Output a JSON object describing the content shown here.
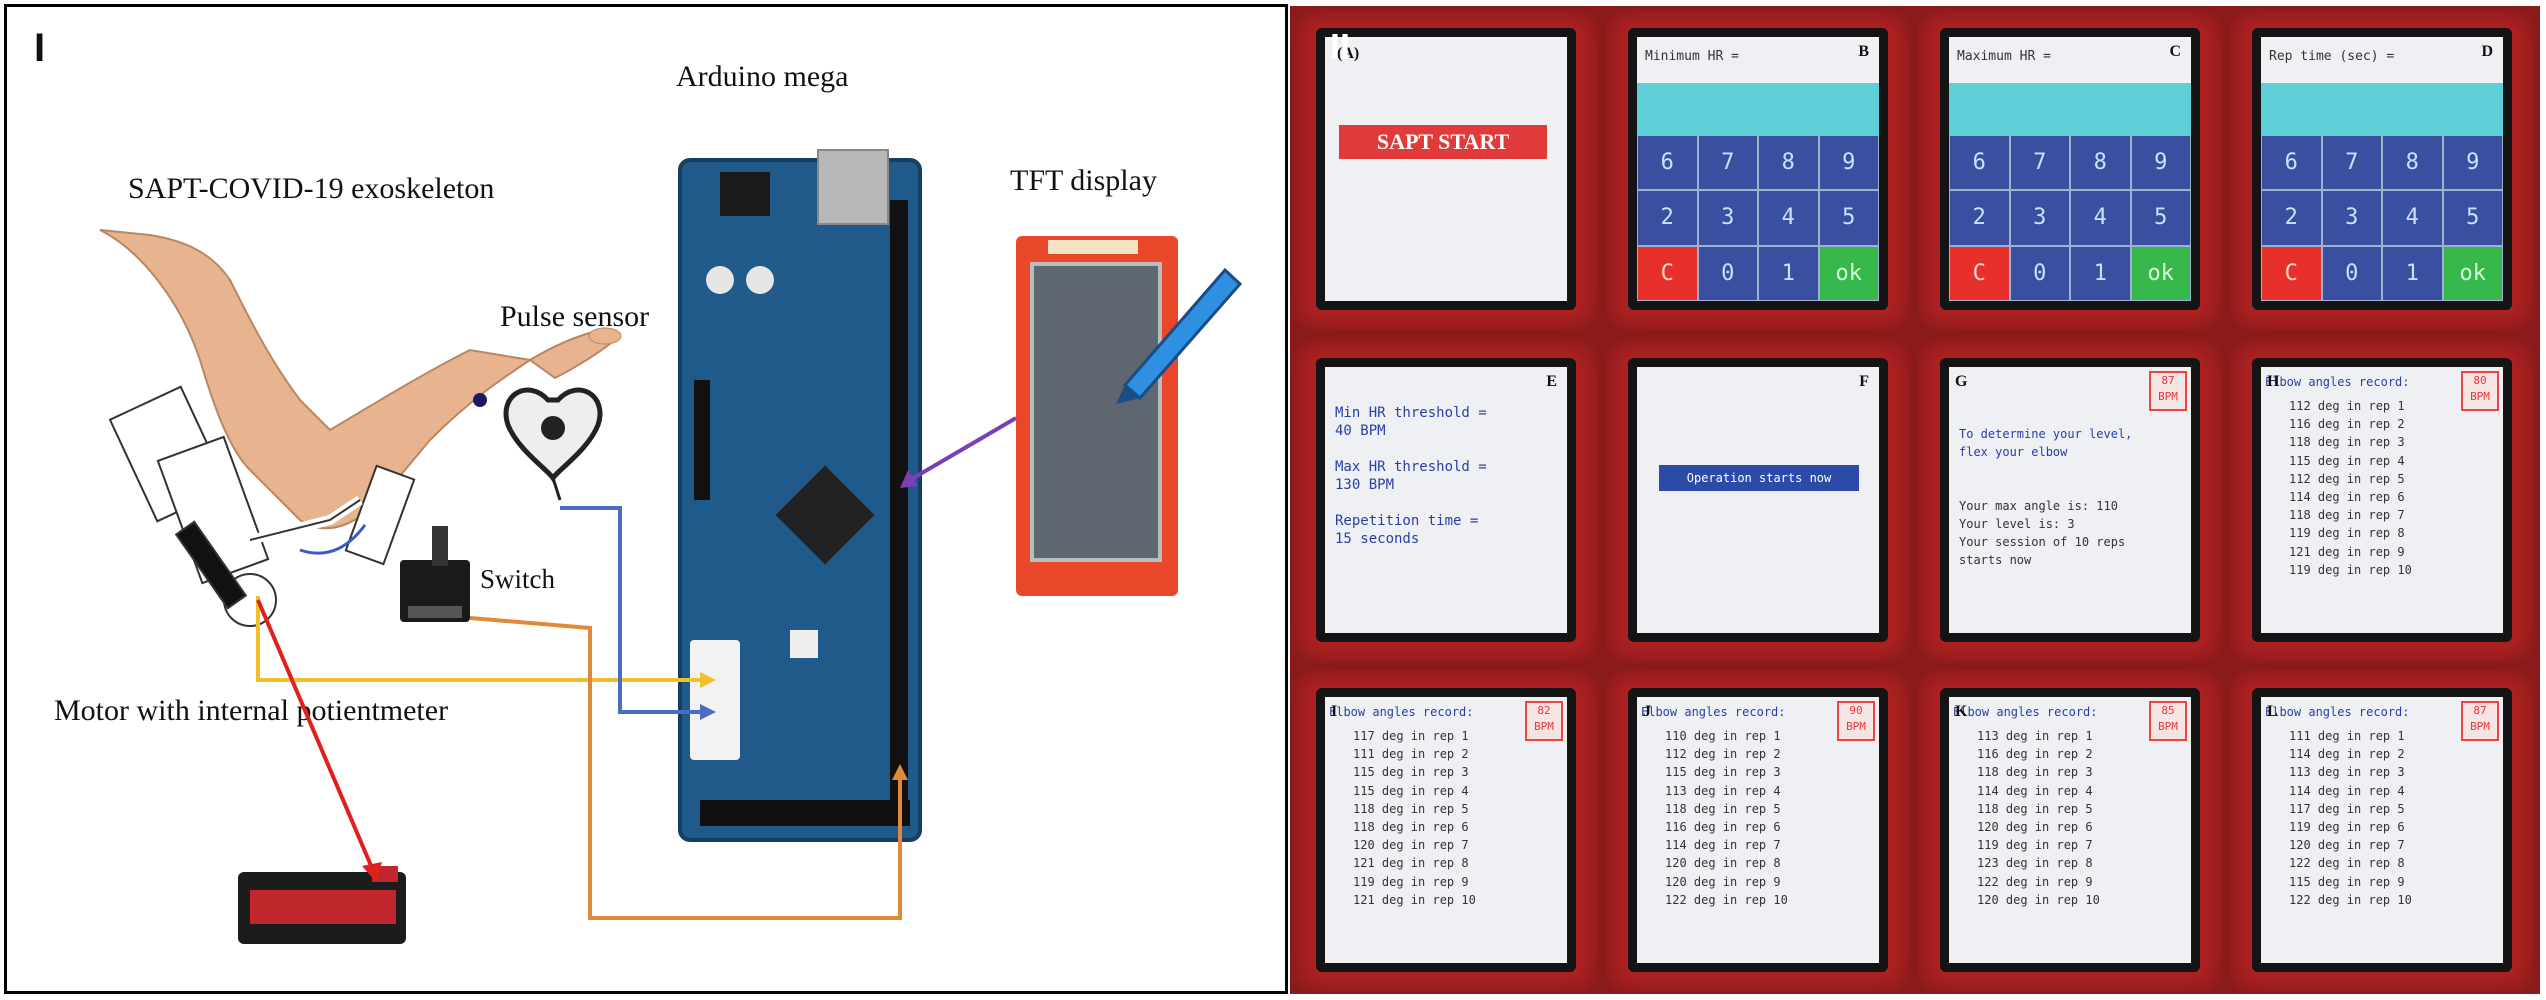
{
  "left_panel": {
    "panel_id": "I",
    "labels": {
      "exoskeleton": "SAPT-COVID-19 exoskeleton",
      "arduino": "Arduino mega",
      "tft": "TFT display",
      "pulse": "Pulse sensor",
      "switch": "Switch",
      "motor": "Motor with internal potientmeter"
    },
    "colors": {
      "red_wire": "#e0201c",
      "yellow_wire": "#f2c02a",
      "blue_wire": "#4a6cc4",
      "orange_wire": "#e0893a",
      "purple_wire": "#7a3fb3",
      "board": "#1f5a8a",
      "tft_frame": "#e8472a"
    }
  },
  "right_panel": {
    "panel_id": "II",
    "screens": [
      {
        "id": "(A)",
        "type": "start",
        "button": "SAPT START"
      },
      {
        "id": "B",
        "type": "keypad",
        "prompt": "Minimum HR =",
        "keys": [
          "6",
          "7",
          "8",
          "9",
          "2",
          "3",
          "4",
          "5",
          "C",
          "0",
          "1",
          "ok"
        ]
      },
      {
        "id": "C",
        "type": "keypad",
        "prompt": "Maximum HR =",
        "keys": [
          "6",
          "7",
          "8",
          "9",
          "2",
          "3",
          "4",
          "5",
          "C",
          "0",
          "1",
          "ok"
        ]
      },
      {
        "id": "D",
        "type": "keypad",
        "prompt": "Rep time (sec) =",
        "keys": [
          "6",
          "7",
          "8",
          "9",
          "2",
          "3",
          "4",
          "5",
          "C",
          "0",
          "1",
          "ok"
        ]
      },
      {
        "id": "E",
        "type": "summary",
        "lines": [
          "Min HR threshold =",
          "40 BPM",
          "",
          "Max HR threshold =",
          "130 BPM",
          "",
          "Repetition time =",
          "15 seconds"
        ]
      },
      {
        "id": "F",
        "type": "banner",
        "text": "Operation starts now"
      },
      {
        "id": "G",
        "type": "level",
        "bpm": "87 BPM",
        "lines": [
          "To determine your level,",
          "flex your elbow",
          "",
          "",
          "Your max angle is: 110",
          "Your level is: 3",
          "Your session of 10 reps",
          "starts now"
        ]
      },
      {
        "id": "H",
        "type": "record",
        "title": "Elbow angles record:",
        "bpm": "80 BPM",
        "rows": [
          "112 deg in rep 1",
          "116 deg in rep 2",
          "118 deg in rep 3",
          "115 deg in rep 4",
          "112 deg in rep 5",
          "114 deg in rep 6",
          "118 deg in rep 7",
          "119 deg in rep 8",
          "121 deg in rep 9",
          "119 deg in rep 10"
        ]
      },
      {
        "id": "I",
        "type": "record",
        "title": "Elbow angles record:",
        "bpm": "82 BPM",
        "rows": [
          "117 deg in rep 1",
          "111 deg in rep 2",
          "115 deg in rep 3",
          "115 deg in rep 4",
          "118 deg in rep 5",
          "118 deg in rep 6",
          "120 deg in rep 7",
          "121 deg in rep 8",
          "119 deg in rep 9",
          "121 deg in rep 10"
        ]
      },
      {
        "id": "J",
        "type": "record",
        "title": "Elbow angles record:",
        "bpm": "90 BPM",
        "rows": [
          "110 deg in rep 1",
          "112 deg in rep 2",
          "115 deg in rep 3",
          "113 deg in rep 4",
          "118 deg in rep 5",
          "116 deg in rep 6",
          "114 deg in rep 7",
          "120 deg in rep 8",
          "120 deg in rep 9",
          "122 deg in rep 10"
        ]
      },
      {
        "id": "K",
        "type": "record",
        "title": "Elbow angles record:",
        "bpm": "85 BPM",
        "rows": [
          "113 deg in rep 1",
          "116 deg in rep 2",
          "118 deg in rep 3",
          "114 deg in rep 4",
          "118 deg in rep 5",
          "120 deg in rep 6",
          "119 deg in rep 7",
          "123 deg in rep 8",
          "122 deg in rep 9",
          "120 deg in rep 10"
        ]
      },
      {
        "id": "L",
        "type": "record",
        "title": "Elbow angles record:",
        "bpm": "87 BPM",
        "rows": [
          "111 deg in rep 1",
          "114 deg in rep 2",
          "113 deg in rep 3",
          "114 deg in rep 4",
          "117 deg in rep 5",
          "119 deg in rep 6",
          "120 deg in rep 7",
          "122 deg in rep 8",
          "115 deg in rep 9",
          "122 deg in rep 10"
        ]
      }
    ],
    "colors": {
      "keypad_blue": "#3a4fa0",
      "input_cyan": "#5fd0d8",
      "cancel_red": "#e8302a",
      "ok_green": "#37b84a",
      "start_red": "#e23a3a",
      "banner_blue": "#2c4aa8"
    }
  }
}
